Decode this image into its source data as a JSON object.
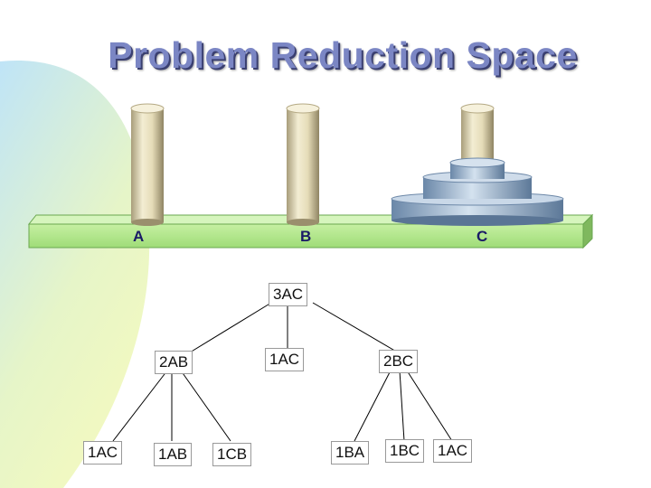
{
  "title": "Problem Reduction Space",
  "pegs": [
    "A",
    "B",
    "C"
  ],
  "tree": {
    "root": "3AC",
    "level1": [
      "2AB",
      "1AC",
      "2BC"
    ],
    "leaves": [
      "1AC",
      "1AB",
      "1CB",
      "1BA",
      "1BC",
      "1AC"
    ]
  }
}
